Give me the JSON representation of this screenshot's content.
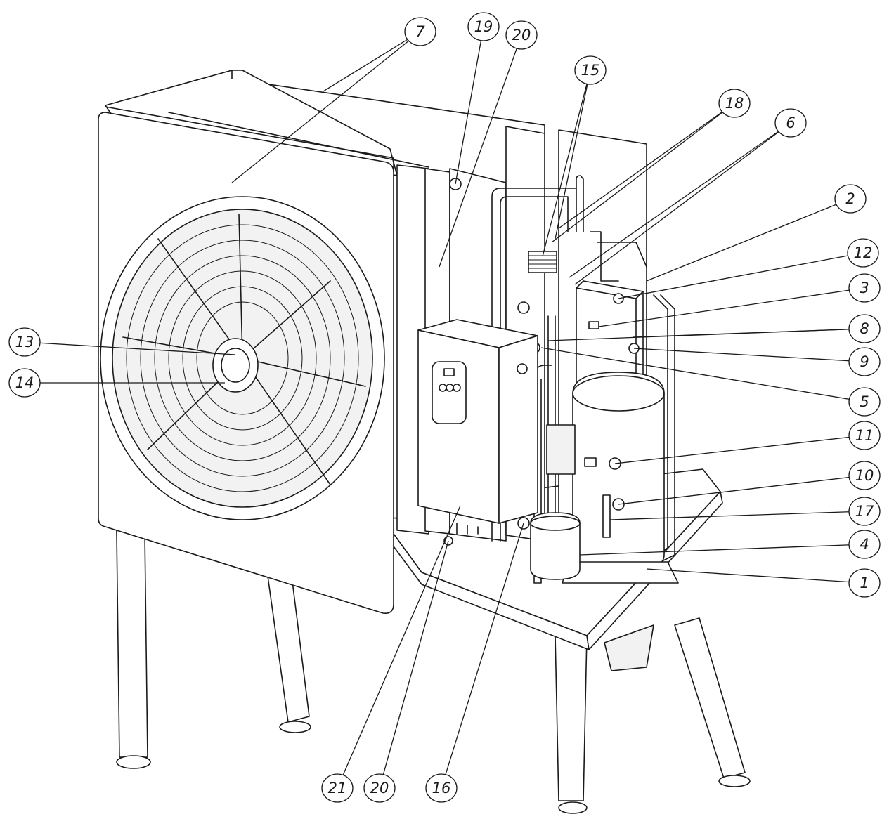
{
  "callouts": [
    {
      "id": "c7",
      "label": "7"
    },
    {
      "id": "c19",
      "label": "19"
    },
    {
      "id": "c20a",
      "label": "20"
    },
    {
      "id": "c15",
      "label": "15"
    },
    {
      "id": "c18",
      "label": "18"
    },
    {
      "id": "c6",
      "label": "6"
    },
    {
      "id": "c2",
      "label": "2"
    },
    {
      "id": "c12",
      "label": "12"
    },
    {
      "id": "c3",
      "label": "3"
    },
    {
      "id": "c8",
      "label": "8"
    },
    {
      "id": "c9",
      "label": "9"
    },
    {
      "id": "c5",
      "label": "5"
    },
    {
      "id": "c11",
      "label": "11"
    },
    {
      "id": "c10",
      "label": "10"
    },
    {
      "id": "c17",
      "label": "17"
    },
    {
      "id": "c4",
      "label": "4"
    },
    {
      "id": "c1",
      "label": "1"
    },
    {
      "id": "c13",
      "label": "13"
    },
    {
      "id": "c14",
      "label": "14"
    },
    {
      "id": "c21",
      "label": "21"
    },
    {
      "id": "c20b",
      "label": "20"
    },
    {
      "id": "c16",
      "label": "16"
    }
  ]
}
